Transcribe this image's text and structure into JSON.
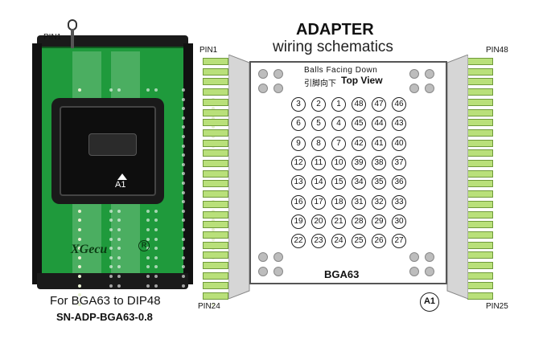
{
  "left_panel": {
    "pin1_label": "PIN1",
    "chip_label": "A1",
    "brand": "XGecu",
    "registered_mark": "R",
    "caption_line1": "For BGA63 to DIP48",
    "caption_line2": "SN-ADP-BGA63-0.8"
  },
  "schematic": {
    "title": "ADAPTER",
    "subtitle": "wiring schematics",
    "balls_note": "Balls Facing Down",
    "chinese_note": "引脚向下",
    "top_view": "Top View",
    "package": "BGA63",
    "a1_badge": "A1",
    "pin_labels": {
      "top_left": "PIN1",
      "bottom_left": "PIN24",
      "top_right": "PIN48",
      "bottom_right": "PIN25"
    },
    "ball_rows": [
      [
        "3",
        "2",
        "1",
        "48",
        "47",
        "46"
      ],
      [
        "6",
        "5",
        "4",
        "45",
        "44",
        "43"
      ],
      [
        "9",
        "8",
        "7",
        "42",
        "41",
        "40"
      ],
      [
        "12",
        "11",
        "10",
        "39",
        "38",
        "37"
      ],
      [
        "13",
        "14",
        "15",
        "34",
        "35",
        "36"
      ],
      [
        "16",
        "17",
        "18",
        "31",
        "32",
        "33"
      ],
      [
        "19",
        "20",
        "21",
        "28",
        "29",
        "30"
      ],
      [
        "22",
        "23",
        "24",
        "25",
        "26",
        "27"
      ]
    ]
  },
  "colors": {
    "pcb_green": "#1f9a3c",
    "pin_green": "#b9e07a",
    "socket_dark": "#1a1a1a"
  }
}
